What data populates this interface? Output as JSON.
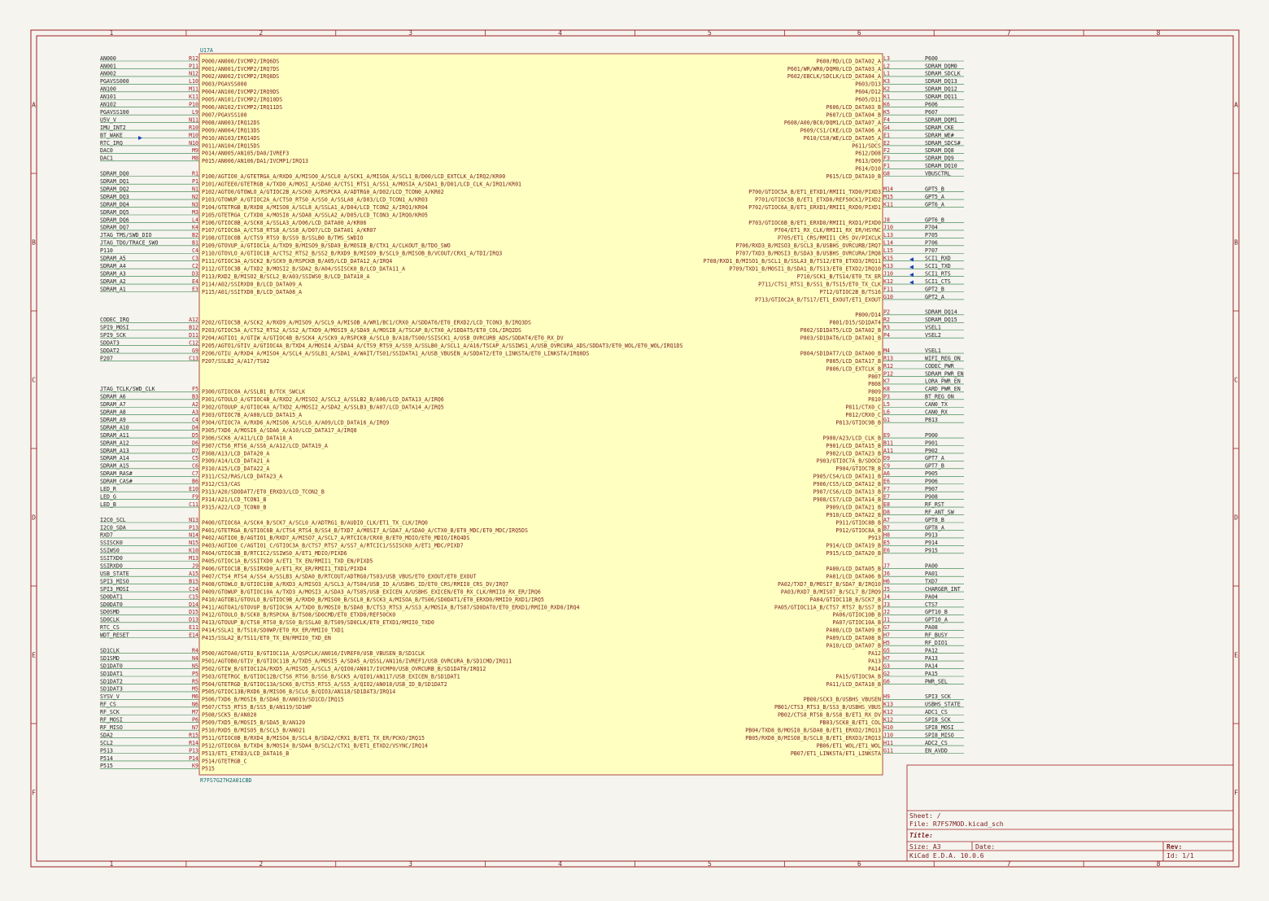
{
  "schematic": {
    "ref": "U17A",
    "value": "R7FS7G27H2A01CBD",
    "border_cols": [
      "1",
      "2",
      "3",
      "4",
      "5",
      "6",
      "7",
      "8"
    ],
    "border_rows": [
      "A",
      "B",
      "C",
      "D",
      "E",
      "F"
    ],
    "left_net_color": "#0e6b6b",
    "body_fill": "#ffffc2",
    "border_color": "#a02020",
    "left_pins": [
      [
        "AN000",
        "R12",
        "P000/AN000/IVCMP2/IRQ6DS"
      ],
      [
        "AN001",
        "P11",
        "P001/AN001/IVCMP2/IRQ7DS"
      ],
      [
        "AN002",
        "N12",
        "P002/AN002/IVCMP2/IRQ8DS"
      ],
      [
        "PGAVSS000",
        "L10",
        "P003/PGAVSS000"
      ],
      [
        "AN100",
        "M11",
        "P004/AN100/IVCMP2/IRQ9DS"
      ],
      [
        "AN101",
        "K11",
        "P005/AN101/IVCMP2/IRQ10DS"
      ],
      [
        "AN102",
        "P10",
        "P006/AN102/IVCMP2/IRQ11DS"
      ],
      [
        "PGAVSS100",
        "L9",
        "P007/PGAVSS100"
      ],
      [
        "U5V_V",
        "N11",
        "P008/AN003/IRQ12DS"
      ],
      [
        "IMU_INT2",
        "R10",
        "P009/AN004/IRQ13DS"
      ],
      [
        "BT_WAKE",
        "M10",
        "P010/AN103/IRQ14DS"
      ],
      [
        "RTC_IRQ",
        "N10",
        "P011/AN104/IRQ15DS"
      ],
      [
        "DAC0",
        "M9",
        "P014/AN005/AN105/DA0/IVREF3"
      ],
      [
        "DAC1",
        "M8",
        "P015/AN006/AN106/DA1/IVCMP1/IRQ13"
      ],
      null,
      [
        "SDRAM_DQ0",
        "R1",
        "P100/AGTIO0_A/GTETRGA_A/RXD0_A/MISO0_A/SCL0_A/SCK1_A/MISOA_A/SCL1_B/D00/LCD_EXTCLK_A/IRQ2/KR00"
      ],
      [
        "SDRAM_DQ1",
        "P1",
        "P101/AGTEE0/GTETRGB_A/TXD0_A/MOSI_A/SDA0_A/CTS1_RTS1_A/SS1_A/MOSIA_A/SDA1_B/D01/LCD_CLK_A/IRQ1/KR01"
      ],
      [
        "SDRAM_DQ2",
        "N1",
        "P102/AGTO0/GTOWLO_A/GTIOC2B_A/SCK0_A/RSPCKA_A/ADTRG0_A/D02/LCD_TCON0_A/KR02"
      ],
      [
        "SDRAM_DQ3",
        "N2",
        "P103/GTOWUP_A/GTIOC2A_A/CTS0_RTS0_A/SS0_A/SSLA0_A/D03/LCD_TCON1_A/KR03"
      ],
      [
        "SDRAM_DQ4",
        "N3",
        "P104/GTETRGB_B/RXD8_A/MISO8_A/SCL8_A/SSLA1_A/D04/LCD_TCON2_A/IRQ1/KR04"
      ],
      [
        "SDRAM_DQ5",
        "M3",
        "P105/GTETRGA_C/TXD8_A/MOSI8_A/SDA8_A/SSLA2_A/D05/LCD_TCON3_A/IRQ0/KR05"
      ],
      [
        "SDRAM_DQ6",
        "L4",
        "P106/GTIOC8B_A/SCK8_A/SSLA3_A/D06/LCD_DATA00_A/KR06"
      ],
      [
        "SDRAM_DQ7",
        "K4",
        "P107/GTIOC8A_A/CTS8_RTS8_A/SS8_A/D07/LCD_DATA01_A/KR07"
      ],
      [
        "JTAG_TMS/SWD_DIO",
        "B2",
        "P108/GTIOC0B_A/CTS9_RTS9_B/SS9_B/SSLB0_B/TMS_SWDIO"
      ],
      [
        "JTAG_TDO/TRACE_SWO",
        "B1",
        "P109/GTOVUP_A/GTIOC1A_A/TXD9_B/MISO9_B/SDA9_B/MOSIB_B/CTX1_A/CLKOUT_B/TDO_SWO"
      ],
      [
        "P110",
        "C4",
        "P110/GTOVLO_A/GTIOC1B_A/CTS2_RTS2_B/SS2_B/RXD9_B/MISO9_B/SCL9_B/MISOB_B/VCOUT/CRX1_A/TDI/IRQ3"
      ],
      [
        "SDRAM_A5",
        "C3",
        "P111/GTIOC3A_A/SCK2_B/SCK9_B/RSPCKB_B/A05/LCD_DATA12_A/IRQ4"
      ],
      [
        "SDRAM_A4",
        "C2",
        "P112/GTIOC3B_A/TXD2_B/MOSI2_B/SDA2_B/A04/SSISCK0_B/LCD_DATA11_A"
      ],
      [
        "SDRAM_A3",
        "D3",
        "P113/RXD2_B/MISO2_B/SCL2_B/A03/SSIWS0_B/LCD_DATA10_A"
      ],
      [
        "SDRAM_A2",
        "E4",
        "P114/A02/SSIRXD0_B/LCD_DATA09_A"
      ],
      [
        "SDRAM_A1",
        "E3",
        "P115/A01/SSITXD0_B/LCD_DATA08_A"
      ],
      null,
      null,
      null,
      [
        "CODEC_IRQ",
        "A12",
        "P202/GTIOC5B_A/SCK2_A/RXD9_A/MISO9_A/SCL9_A/MISOB_A/WR1/BC1/CRX0_A/SDDAT6/ET0_ERXD2/LCD_TCON3_B/IRQ3DS"
      ],
      [
        "SPI9_MOSI",
        "B12",
        "P203/GTIOC5A_A/CTS2_RTS2_A/SS2_A/TXD9_A/MOSI9_A/SDA9_A/MOSIB_A/TSCAP_B/CTX0_A/SDDAT5/ET0_COL/IRQ2DS"
      ],
      [
        "SPI9_SCK",
        "D11",
        "P204/AGTIO1_A/GTIW_A/GTIOC4B_B/SCK4_A/SCK9_A/RSPCKB_A/SCL0_B/A18/TS00/SSISCK1_A/USB_OVRCURB_ADS/SDDAT4/ET0_RX_DV"
      ],
      [
        "SDDAT3",
        "C12",
        "P205/AGTO1/GTIV_A/GTIOC4A_B/TXD4_A/MOSI4_A/SDA4_A/CTS9_RTS9_A/SS9_A/SSLB0_A/SCL1_A/A16/TSCAP_A/SSIWS1_A/USB_OVRCURA_ADS/SDDAT3/ET0_WOL/ET0_WOL/IRQ1DS"
      ],
      [
        "SDDAT2",
        "G9",
        "P206/GTIU_A/RXD4_A/MISO4_A/SCL4_A/SSLB1_A/SDA1_A/WAIT/TS01/SSIDATA1_A/USB_VBUSEN_A/SDDAT2/ET0_LINKSTA/ET0_LINKSTA/IRQ0DS"
      ],
      [
        "P207",
        "C13",
        "P207/SSLB2_A/A17/TS02"
      ],
      null,
      null,
      null,
      [
        "JTAG_TCLK/SWD_CLK",
        "F5",
        "P300/GTIOC0A_A/SSLB1_B/TCK_SWCLK"
      ],
      [
        "SDRAM_A6",
        "B3",
        "P301/GTOULO_A/GTIOC4B_A/RXD2_A/MISO2_A/SCL2_A/SSLB2_B/A06/LCD_DATA13_A/IRQ6"
      ],
      [
        "SDRAM_A7",
        "A2",
        "P302/GTOUUP_A/GTIOC4A_A/TXD2_A/MOSI2_A/SDA2_A/SSLB3_B/A07/LCD_DATA14_A/IRQ5"
      ],
      [
        "SDRAM_A8",
        "A3",
        "P303/GTIOC7B_A/A08/LCD_DATA15_A"
      ],
      [
        "SDRAM_A9",
        "C4",
        "P304/GTIOC7A_A/RXD6_A/MISO6_A/SCL6_A/A09/LCD_DATA16_A/IRQ9"
      ],
      [
        "SDRAM_A10",
        "D4",
        "P305/TXD6_A/MOSI6_A/SDA6_A/A10/LCD_DATA17_A/IRQ8"
      ],
      [
        "SDRAM_A11",
        "D5",
        "P306/SCK6_A/A11/LCD_DATA18_A"
      ],
      [
        "SDRAM_A12",
        "D6",
        "P307/CTS6_RTS6_A/SS6_A/A12/LCD_DATA19_A"
      ],
      [
        "SDRAM_A13",
        "D7",
        "P308/A13/LCD_DATA20_A"
      ],
      [
        "SDRAM_A14",
        "C5",
        "P309/A14/LCD_DATA21_A"
      ],
      [
        "SDRAM_A15",
        "C6",
        "P310/A15/LCD_DATA22_A"
      ],
      [
        "SDRAM_RAS#",
        "C7",
        "P311/CS2/RAS/LCD_DATA23_A"
      ],
      [
        "SDRAM_CAS#",
        "B6",
        "P312/CS3/CAS"
      ],
      [
        "LED_R",
        "E10",
        "P313/A20/SDODAT7/ET0_ERXD3/LCD_TCON2_B"
      ],
      [
        "LED_G",
        "F9",
        "P314/A21/LCD_TCON1_B"
      ],
      [
        "LED_B",
        "C11",
        "P315/A22/LCD_TCON0_B"
      ],
      null,
      [
        "I2C0_SCL",
        "N13",
        "P400/GTIOC6A_A/SCK4_B/SCK7_A/SCL0_A/ADTRG1_B/AUDIO_CLK/ET1_TX_CLK/IRQ0"
      ],
      [
        "I2C0_SDA",
        "P13",
        "P401/GTETRGA_B/GTIOC6B_A/CTS4_RTS4_B/SS4_B/TXD7_A/MOSI7_A/SDA7_A/SDA0_A/CTX0_B/ET0_MDC/ET0_MDC/IRQ5DS"
      ],
      [
        "RXD7",
        "N14",
        "P402/AGTIO0_B/AGTIO1_B/RXD7_A/MISO7_A/SCL7_A/RTCIC0/CRX0_B/ET0_MDIO/ET0_MDIO/IRQ4DS"
      ],
      [
        "SSISCK0",
        "N15",
        "P403/AGTIO0_C/AGTIO1_C/GTIOC3A_B/CTS7_RTS7_A/SS7_A/RTCIC1/SSISCK0_A/ET1_MDC/PIXD7"
      ],
      [
        "SSIWS0",
        "K10",
        "P404/GTIOC3B_B/RTCIC2/SSIWS0_A/ET1_MDIO/PIXD6"
      ],
      [
        "SSITXD0",
        "M13",
        "P405/GTIOC1A_B/SSITXD0_A/ET1_TX_EN/RMII1_TXD_EN/PIXD5"
      ],
      [
        "SSIRXD0",
        "J9",
        "P406/GTIOC1B_B/SSIRXD0_A/ET1_RX_ER/RMII1_TXD1/PIXD4"
      ],
      [
        "USB_STATE",
        "A15",
        "P407/CTS4_RTS4_A/SS4_A/SSLB3_A/SDA0_B/RTCOUT/ADTRG0/TS03/USB_VBUS/ET0_EXOUT/ET0_EXOUT"
      ],
      [
        "SPI3_MISO",
        "B15",
        "P408/GTOWLO_B/GTIOC10B_A/RXD3_A/MISO3_A/SCL3_A/TS04/USB_ID_A/USBHS_ID/ET0_CRS/RMII0_CRS_DV/IRQ7"
      ],
      [
        "SPI3_MOSI",
        "C14",
        "P409/GTOWUP_B/GTIOC10A_A/TXD3_A/MOSI3_A/SDA3_A/TS05/USB_EXICEN_A/USBHS_EXICEN/ET0_RX_CLK/RMII0_RX_ER/IRQ6"
      ],
      [
        "SD0DAT1",
        "C15",
        "P410/AGTOB1/GTOVLO_B/GTIOC9B_A/RXD0_B/MISO0_B/SCL0_B/SCK3_A/MISOA_B/TS06/SD0DAT1/ET0_ERXD0/RMII0_RXD1/IRQ5"
      ],
      [
        "SD0DAT0",
        "D14",
        "P411/AGTOA1/GTOVUP_B/GTIOC9A_A/TXD0_B/MOSI0_B/SDA0_B/CTS3_RTS3_A/SS3_A/MOSIA_B/TS07/SD0DAT0/ET0_ERXD1/RMII0_RXD0/IRQ4"
      ],
      [
        "SD0SMD",
        "D15",
        "P412/GTOULO_B/SCK0_B/RSPCKA_B/TS08/SD0CMD/ET0_ETXD0/REF50CK0"
      ],
      [
        "SD0CLK",
        "D13",
        "P413/GTOUUP_B/CTS0_RTS0_B/SS0_B/SSLA0_B/TS09/SD0CLK/ET0_ETXD1/RMII0_TXD0"
      ],
      [
        "RTC_CS",
        "E11",
        "P414/SSLA1_B/TS10/SD0WP/ET0_RX_ER/RMII0_TXD1"
      ],
      [
        "WDT_RESET",
        "E14",
        "P415/SSLA2_B/TS11/ET0_TX_EN/RMII0_TXD_EN"
      ],
      null,
      [
        "SD1CLK",
        "R4",
        "P500/AGTOA0/GTIU_B/GTIOC11A_A/QSPCLK/AN016/IVREF0/USB_VBUSEN_B/SD1CLK"
      ],
      [
        "SD1SMD",
        "N4",
        "P501/AGTOB0/GTIV_B/GTIOC11B_A/TXD5_A/MOSI5_A/SDA5_A/QSSL/AN116/IVREF1/USB_OVRCURA_B/SD1CMD/IRQ11"
      ],
      [
        "SD1DAT0",
        "N5",
        "P502/GTIW_B/GTIOC12A/RXD5_A/MISO5_A/SCL5_A/QIO0/AN017/IVCMP0/USB_OVRCURB_B/SD1DAT0/IRQ12"
      ],
      [
        "SD1DAT1",
        "P5",
        "P503/GTETRGC_B/GTIOC12B/CTS6_RTS6_B/SS6_B/SCK5_A/QIO1/AN117/USB_EXICEN_B/SD1DAT1"
      ],
      [
        "SD1DAT2",
        "R5",
        "P504/GTETRGD_B/GTIOC13A/SCK6_B/CTS5_RTS5_A/SS5_A/QIO2/AN018/USB_ID_B/SD1DAT2"
      ],
      [
        "SD1DAT3",
        "M5",
        "P505/GTIOC13B/RXD6_B/MISO6_B/SCL6_B/QIO3/AN118/SD1DAT3/IRQ14"
      ],
      [
        "SYSV_V",
        "M6",
        "P506/TXD6_B/MOSI6_B/SDA6_B/AN019/SD1CD/IRQ15"
      ],
      [
        "RF_CS",
        "N6",
        "P507/CTS5_RTS5_B/SS5_B/AN119/SD1WP"
      ],
      [
        "RF_SCK",
        "M7",
        "P508/SCK5_B/AN020"
      ],
      [
        "RF_MOSI",
        "P6",
        "P509/TXD5_B/MOSI5_B/SDA5_B/AN120"
      ],
      [
        "RF_MISO",
        "N7",
        "P510/RXD5_B/MISO5_B/SCL5_B/AN021"
      ],
      [
        "SDA2",
        "R15",
        "P511/GTIOC0B_B/RXD4_B/MISO4_B/SCL4_B/SDA2/CRX1_B/ET1_TX_ER/PCKO/IRQ15"
      ],
      [
        "SCL2",
        "R14",
        "P512/GTIOC0A_B/TXD4_B/MOSI4_B/SDA4_B/SCL2/CTX1_B/ET1_ETXD2/VSYNC/IRQ14"
      ],
      [
        "P513",
        "P13",
        "P513/ET1_ETXD3/LCD_DATA16_B"
      ],
      [
        "P514",
        "P14",
        "P514/GTETRGB_C"
      ],
      [
        "P515",
        "K9",
        "P515"
      ]
    ],
    "right_pins": [
      [
        "P600",
        "L3",
        "P600/RD/LCD_DATA02_A"
      ],
      [
        "SDRAM_DQM0",
        "L2",
        "P601/WR/WR0/DQM0/LCD_DATA03_A"
      ],
      [
        "SDRAM_SDCLK",
        "L1",
        "P602/EBCLK/SDCLK/LCD_DATA04_A"
      ],
      [
        "SDRAM_DQ13",
        "K3",
        "P603/D13"
      ],
      [
        "SDRAM_DQ12",
        "K2",
        "P604/D12"
      ],
      [
        "SDRAM_DQ11",
        "K1",
        "P605/D11"
      ],
      [
        "P606",
        "K6",
        "P606/LCD_DATA03_B"
      ],
      [
        "P607",
        "K5",
        "P607/LCD_DATA04_B"
      ],
      [
        "SDRAM_DQM1",
        "F4",
        "P608/A00/BC0/DQM1/LCD_DATA07_A"
      ],
      [
        "SDRAM_CKE",
        "G4",
        "P609/CS1/CKE/LCD_DATA06_A"
      ],
      [
        "SDRAM_WE#",
        "E1",
        "P610/CS0/WE/LCD_DATA05_A"
      ],
      [
        "SDRAM_SDCS#",
        "E2",
        "P611/SDCS"
      ],
      [
        "SDRAM_DQ8",
        "F2",
        "P612/D08"
      ],
      [
        "SDRAM_DQ9",
        "F3",
        "P613/D09"
      ],
      [
        "SDRAM_DQ10",
        "F1",
        "P614/D10"
      ],
      [
        "VBUSCTRL",
        "G8",
        "P615/LCD_DATA10_B"
      ],
      null,
      [
        "GPT5_B",
        "M14",
        "P700/GTIOC5A_B/ET1_ETXD1/RMII1_TXD0/PIXD3"
      ],
      [
        "GPT5_A",
        "M15",
        "P701/GTIOC5B_B/ET1_ETXD0/REF50CK1/PIXD2"
      ],
      [
        "GPT6_A",
        "K11",
        "P702/GTIOC6A_B/ET1_ERXD1/RMII1_RXD0/PIXD1"
      ],
      null,
      [
        "GPT6_B",
        "J8",
        "P703/GTIOC6B_B/ET1_ERXD0/RMII1_RXD1/PIXD0"
      ],
      [
        "P704",
        "J10",
        "P704/ET1_RX_CLK/RMII1_RX_ER/HSYNC"
      ],
      [
        "P705",
        "L13",
        "P705/ET1_CRS/RMII1_CRS_DV/PIXCLK"
      ],
      [
        "P706",
        "L14",
        "P706/RXD3_B/MISO3_B/SCL3_B/USBHS_OVRCURB/IRQ7"
      ],
      [
        "P707",
        "L15",
        "P707/TXD3_B/MOSI3_B/SDA3_B/USBHS_OVRCURA/IRQ8"
      ],
      [
        "SCI1_RXD",
        "K15",
        "P708/RXD1_B/MISO1_B/SCL1_B/SSLA3_B/TS12/ET0_ETXD3/IRQ11"
      ],
      [
        "SCI1_TXD",
        "K13",
        "P709/TXD1_B/MOSI1_B/SDA1_B/TS13/ET0_ETXD2/IRQ10"
      ],
      [
        "SCI1_RTS",
        "J10",
        "P710/SCK1_B/TS14/ET0_TX_ER"
      ],
      [
        "SCI1_CTS",
        "K12",
        "P711/CTS1_RTS1_B/SS1_B/TS15/ET0_TX_CLK"
      ],
      [
        "GPT2_B",
        "F11",
        "P712/GTIOC2B_B/TS16"
      ],
      [
        "GPT2_A",
        "G10",
        "P713/GTIOC2A_B/TS17/ET1_EXOUT/ET1_EXOUT"
      ],
      null,
      [
        "SDRAM_DQ14",
        "P2",
        "P800/D14"
      ],
      [
        "SDRAM_DQ15",
        "R2",
        "P801/D15/SD1DAT4"
      ],
      [
        "VSEL1",
        "R3",
        "P802/SD1DAT5/LCD_DATA02_B"
      ],
      [
        "VSEL2",
        "P4",
        "P803/SD1DAT6/LCD_DATA01_B"
      ],
      null,
      [
        "VSEL1",
        "M4",
        "P804/SD1DAT7/LCD_DATA00_B"
      ],
      [
        "WIFI_REG_ON",
        "R13",
        "P805/LCD_DATA17_B"
      ],
      [
        "CODEC_PWR",
        "R12",
        "P806/LCD_EXTCLK_B"
      ],
      [
        "SDRAM_PWR_EN",
        "P12",
        "P807"
      ],
      [
        "LORA_PWR_EN",
        "K7",
        "P808"
      ],
      [
        "CARD_PWR_EN",
        "K8",
        "P809"
      ],
      [
        "BT_REG_ON",
        "P3",
        "P810"
      ],
      [
        "CAN0_TX",
        "L5",
        "P811/CTX0_C"
      ],
      [
        "CAN0_RX",
        "L6",
        "P812/CRX0_C"
      ],
      [
        "P813",
        "G1",
        "P813/GTIOC9B_B"
      ],
      null,
      [
        "P900",
        "E9",
        "P900/A23/LCD_CLK_B"
      ],
      [
        "P901",
        "B11",
        "P901/LCD_DATA15_B"
      ],
      [
        "P902",
        "A11",
        "P902/LCD_DATA23_B"
      ],
      [
        "GPT7_A",
        "D9",
        "P903/GTIOC7A_B/SDOCD"
      ],
      [
        "GPT7_B",
        "C9",
        "P904/GTIOC7B_B"
      ],
      [
        "P905",
        "A6",
        "P905/CS4/LCD_DATA11_B"
      ],
      [
        "P906",
        "E6",
        "P906/CS5/LCD_DATA12_B"
      ],
      [
        "P907",
        "F7",
        "P907/CS6/LCD_DATA13_B"
      ],
      [
        "P908",
        "E7",
        "P908/CS7/LCD_DATA14_B"
      ],
      [
        "RF_RST",
        "E8",
        "P909/LCD_DATA21_B"
      ],
      [
        "RF_ANT_SW",
        "D8",
        "P910/LCD_DATA22_B"
      ],
      [
        "GPT8_B",
        "A7",
        "P911/GTIOC8B_B"
      ],
      [
        "GPT8_A",
        "B7",
        "P912/GTIOC8A_B"
      ],
      [
        "P913",
        "H8",
        "P913"
      ],
      [
        "P914",
        "E5",
        "P914/LCD_DATA19_B"
      ],
      [
        "P915",
        "E6",
        "P915/LCD_DATA20_B"
      ],
      null,
      [
        "PA00",
        "J7",
        "PA00/LCD_DATA05_B"
      ],
      [
        "PA01",
        "J6",
        "PA01/LCD_DATA06_B"
      ],
      [
        "TXD7",
        "H6",
        "PA02/TXD7_B/MOSI7_B/SDA7_B/IRQ10"
      ],
      [
        "CHARGER_INT",
        "J5",
        "PA03/RXD7_B/MISO7_B/SCL7_B/IRQ9"
      ],
      [
        "PA04",
        "J4",
        "PA04/GTIOC11B_B/SCK7_B"
      ],
      [
        "CTS7",
        "J3",
        "PA05/GTIOC11A_B/CTS7_RTS7_B/SS7_B"
      ],
      [
        "GPT10_B",
        "J2",
        "PA06/GTIOC10B_B"
      ],
      [
        "GPT10_A",
        "J1",
        "PA07/GTIOC10A_B"
      ],
      [
        "PA08",
        "G7",
        "PA08/LCD_DATA09_B"
      ],
      [
        "RF_BUSY",
        "H7",
        "PA09/LCD_DATA08_B"
      ],
      [
        "RF_DIO1",
        "H5",
        "PA10/LCD_DATA07_B"
      ],
      [
        "PA12",
        "G5",
        "PA12"
      ],
      [
        "PA13",
        "H7",
        "PA13"
      ],
      [
        "PA14",
        "G3",
        "PA14"
      ],
      [
        "PA15",
        "G2",
        "PA15/GTIOC9A_B"
      ],
      [
        "PWR_SEL",
        "G6",
        "PA11/LCD_DATA18_B"
      ],
      null,
      [
        "SPI3_SCK",
        "H9",
        "PB00/SCK3_B/USBHS_VBUSEN"
      ],
      [
        "USBHS_STATE",
        "K13",
        "PB01/CTS3_RTS3_B/SS3_B/USBHS_VBUS"
      ],
      [
        "ADC1_CS",
        "K12",
        "PB02/CTS8_RTS8_B/SS8_B/ET1_RX_DV"
      ],
      [
        "SPI8_SCK",
        "K12",
        "PB03/SCK8_B/ET1_COL"
      ],
      [
        "SPI8_MOSI",
        "H10",
        "PB04/TXD8_B/MOSI8_B/SDA8_B/ET1_ERXD2/IRQ13"
      ],
      [
        "SPI8_MISO",
        "J10",
        "PB05/RXD8_B/MISO8_B/SCL8_B/ET1_ERXD3/IRQ13"
      ],
      [
        "ADC2_CS",
        "H11",
        "PB06/ET1_WOL/ET1_WOL"
      ],
      [
        "EN_AVDD",
        "G11",
        "PB07/ET1_LINKSTA/ET1_LINKSTA"
      ]
    ]
  },
  "title_block": {
    "sheet_label": "Sheet: /",
    "file_label": "File: R7FS7MOD.kicad_sch",
    "title_label": "Title:",
    "size_label": "Size: A3",
    "date_label": "Date:",
    "rev_label": "Rev:",
    "tool_label": "KiCad E.D.A. 10.0.6",
    "id_label": "Id: 1/1"
  }
}
